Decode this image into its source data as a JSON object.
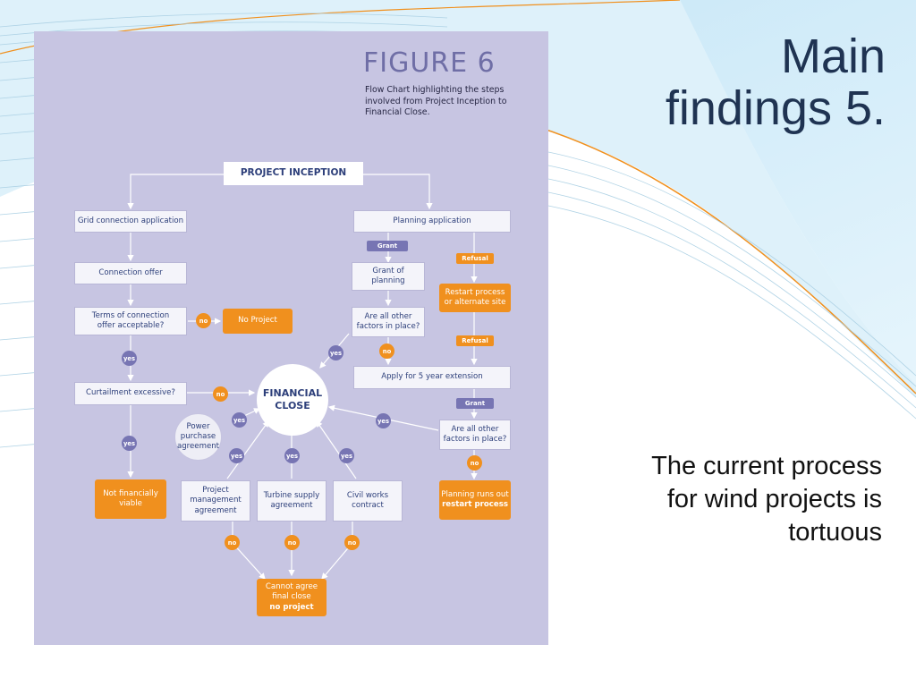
{
  "slide": {
    "title_line1": "Main",
    "title_line2": "findings 5.",
    "body_line1": "The current process",
    "body_line2": "for wind projects is",
    "body_line3": "tortuous"
  },
  "figure": {
    "title": "FIGURE 6",
    "caption_line1": "Flow Chart highlighting the steps",
    "caption_line2": "involved from Project Inception to",
    "caption_line3": "Financial Close."
  },
  "nodes": {
    "project_inception": "PROJECT INCEPTION",
    "grid_connection_application": "Grid connection application",
    "planning_application": "Planning application",
    "connection_offer": "Connection offer",
    "grant_of_planning_1": "Grant of",
    "grant_of_planning_2": "planning",
    "restart_process_1": "Restart process",
    "restart_process_2": "or alternate site",
    "terms_1": "Terms of connection",
    "terms_2": "offer acceptable?",
    "no_project": "No Project",
    "all_other_factors_1a": "Are all other",
    "all_other_factors_1b": "factors in place?",
    "curtailment": "Curtailment excessive?",
    "financial_close_1": "FINANCIAL",
    "financial_close_2": "CLOSE",
    "apply_extension": "Apply for 5 year extension",
    "ppa_1": "Power",
    "ppa_2": "purchase",
    "ppa_3": "agreement",
    "all_other_factors_2a": "Are all other",
    "all_other_factors_2b": "factors in place?",
    "not_viable_1": "Not financially",
    "not_viable_2": "viable",
    "pma_1": "Project",
    "pma_2": "management",
    "pma_3": "agreement",
    "turbine_1": "Turbine supply",
    "turbine_2": "agreement",
    "civil_1": "Civil works",
    "civil_2": "contract",
    "planning_runs_out_1": "Planning runs out",
    "planning_runs_out_2": "restart process",
    "cannot_agree_1": "Cannot agree",
    "cannot_agree_2": "final close",
    "cannot_agree_3": "no project"
  },
  "labels": {
    "grant": "Grant",
    "refusal": "Refusal",
    "yes": "yes",
    "no": "no"
  },
  "colors": {
    "panel": "#c7c5e2",
    "orange": "#f0901e",
    "purple": "#7775b3",
    "navy": "#2d3f7a",
    "title": "#1f3352"
  }
}
